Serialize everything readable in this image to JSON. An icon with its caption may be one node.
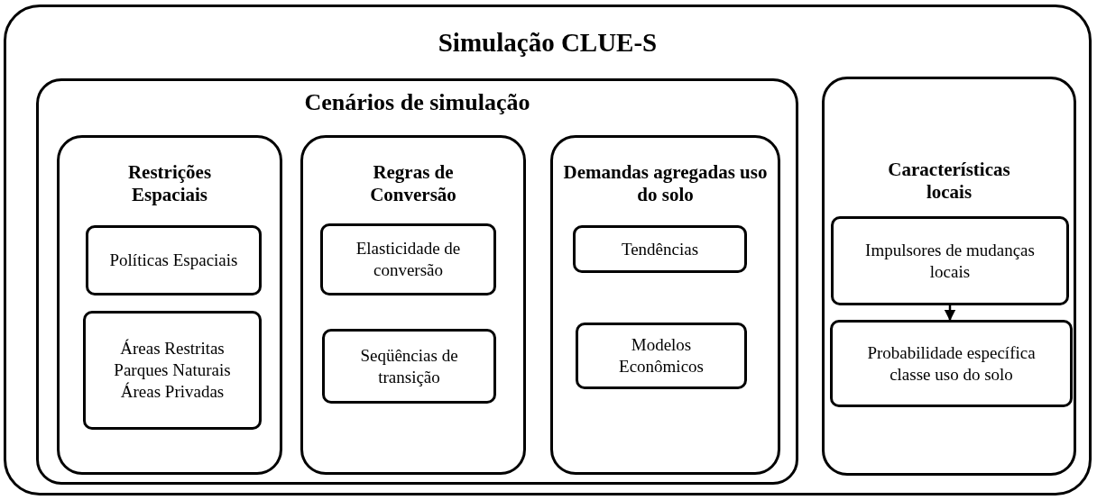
{
  "diagram": {
    "nodes": [
      {
        "text": [
          "Simulação CLUE-S"
        ]
      },
      {
        "text": [
          "Cenários de simulação"
        ],
        "in": 0
      },
      {
        "text": [
          "Restrições Espaciais"
        ],
        "in": 1
      },
      {
        "text": [
          "Políticas Espaciais"
        ],
        "in": 2
      },
      {
        "text": [
          "Áreas Restritas Parques Naturais Áreas Privadas"
        ],
        "in": 2
      },
      {
        "text": [
          "Regras de Conversão"
        ],
        "in": 1
      },
      {
        "text": [
          "Elasticidade de conversão"
        ],
        "in": 5
      },
      {
        "text": [
          "Seqüências de transição"
        ],
        "in": 5
      },
      {
        "text": [
          "Demandas agregadas uso do solo"
        ],
        "in": 1
      },
      {
        "text": [
          "Tendências"
        ],
        "in": 8
      },
      {
        "text": [
          "Modelos Econômicos"
        ],
        "in": 8
      },
      {
        "text": [
          "Características locais"
        ],
        "in": 0
      },
      {
        "text": [
          "Impulsores de mudanças locais"
        ],
        "in": 11
      },
      {
        "text": [
          "Probabilidade específica classe uso do solo"
        ],
        "in": 11
      }
    ],
    "edges": [
      {
        "from": 12,
        "to": 13,
        "arrow": "to"
      }
    ]
  }
}
